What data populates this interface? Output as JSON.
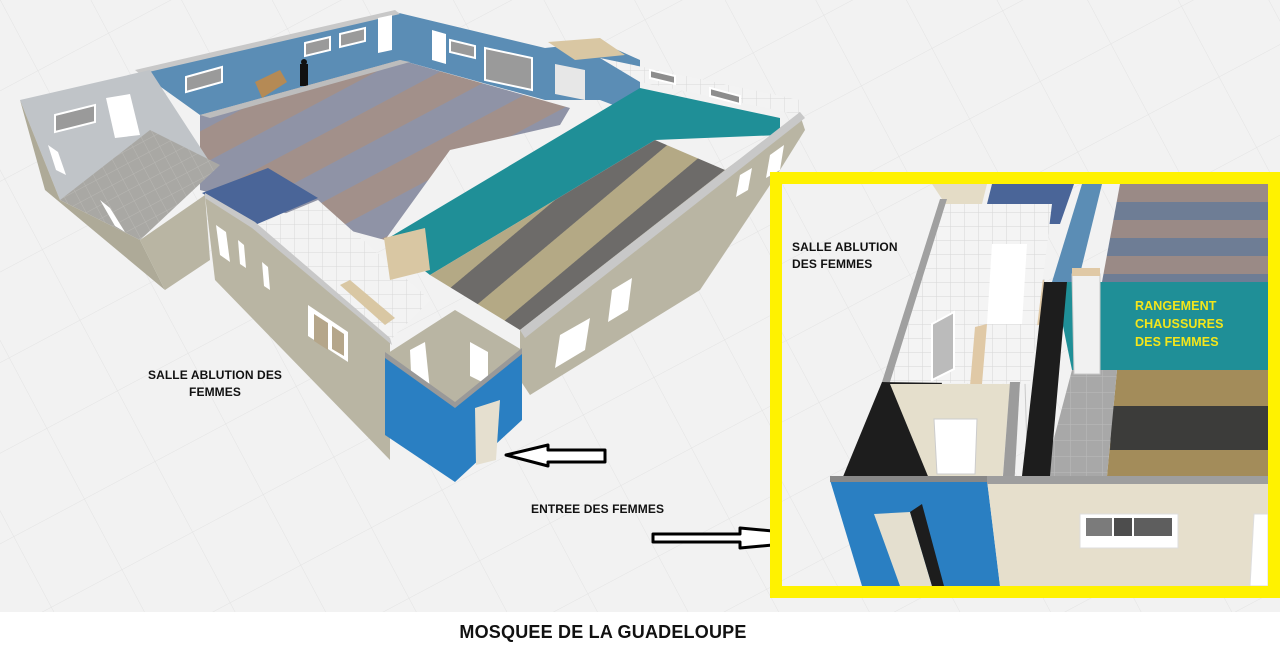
{
  "title": "MOSQUEE DE LA GUADELOUPE",
  "main_view": {
    "label_ablution": [
      "SALLE ABLUTION DES",
      "FEMMES"
    ],
    "label_entrance": "ENTREE DES FEMMES"
  },
  "inset_view": {
    "label_ablution": [
      "SALLE ABLUTION",
      "DES FEMMES"
    ],
    "label_storage": [
      "RANGEMENT",
      "CHAUSSURES",
      "DES FEMMES"
    ]
  },
  "arrows": [
    {
      "name": "arrow-to-entrance-main",
      "direction": "left"
    },
    {
      "name": "arrow-to-entrance-inset",
      "direction": "right"
    }
  ],
  "colors": {
    "background_grid": "#f2f2f2",
    "inset_border": "#fff200",
    "storage_label": "#f4e61a",
    "wall_blue": "#5b8db5",
    "wall_teal": "#1f8f97",
    "wall_exterior": "#b9b5a3",
    "entrance_blue": "#2a7fc2",
    "floor_prayer_stripe_a": "#8d8a99",
    "floor_prayer_stripe_b": "#a08e86",
    "floor_women_stripe_a": "#b2a785",
    "floor_women_stripe_b": "#6e6c6a"
  }
}
